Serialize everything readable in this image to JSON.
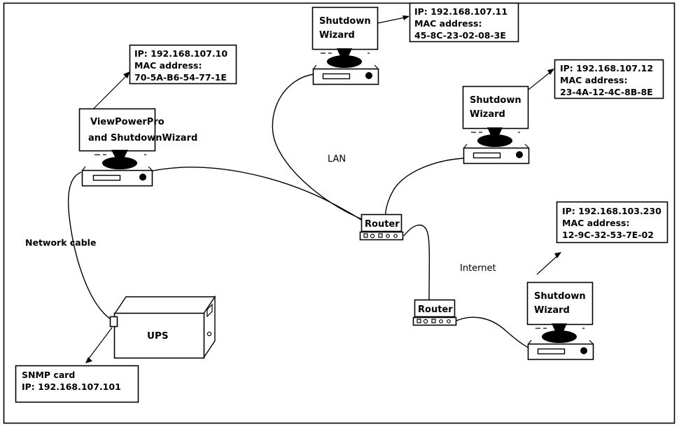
{
  "diagram": {
    "title": "Network topology diagram",
    "outer_border_color": "#000000",
    "background_color": "#ffffff",
    "line_color": "#000000"
  },
  "nodes": {
    "viewpowerpro": {
      "label_line1": "ViewPowerPro",
      "label_line2": "and ShutdownWizard",
      "icon": "desktop-computer-icon"
    },
    "sw_top": {
      "label_line1": "Shutdown",
      "label_line2": "Wizard",
      "icon": "desktop-computer-icon"
    },
    "sw_right": {
      "label_line1": "Shutdown",
      "label_line2": "Wizard",
      "icon": "desktop-computer-icon"
    },
    "sw_bottom": {
      "label_line1": "Shutdown",
      "label_line2": "Wizard",
      "icon": "desktop-computer-icon"
    },
    "router_lan": {
      "label": "Router",
      "icon": "router-icon"
    },
    "router_internet": {
      "label": "Router",
      "icon": "router-icon"
    },
    "ups": {
      "label": "UPS",
      "icon": "ups-box-icon"
    }
  },
  "callouts": {
    "viewpowerpro_info": {
      "line1": "IP: 192.168.107.10",
      "line2": "MAC address:",
      "line3": "70-5A-B6-54-77-1E"
    },
    "sw_top_info": {
      "line1": "IP: 192.168.107.11",
      "line2": "MAC address:",
      "line3": "45-8C-23-02-08-3E"
    },
    "sw_right_info": {
      "line1": "IP: 192.168.107.12",
      "line2": "MAC address:",
      "line3": "23-4A-12-4C-8B-8E"
    },
    "sw_bottom_info": {
      "line1": "IP: 192.168.103.230",
      "line2": "MAC address:",
      "line3": "12-9C-32-53-7E-02"
    },
    "snmp_info": {
      "line1": "SNMP card",
      "line2": "IP: 192.168.107.101"
    }
  },
  "link_labels": {
    "lan": "LAN",
    "internet": "Internet",
    "network_cable": "Network cable"
  }
}
